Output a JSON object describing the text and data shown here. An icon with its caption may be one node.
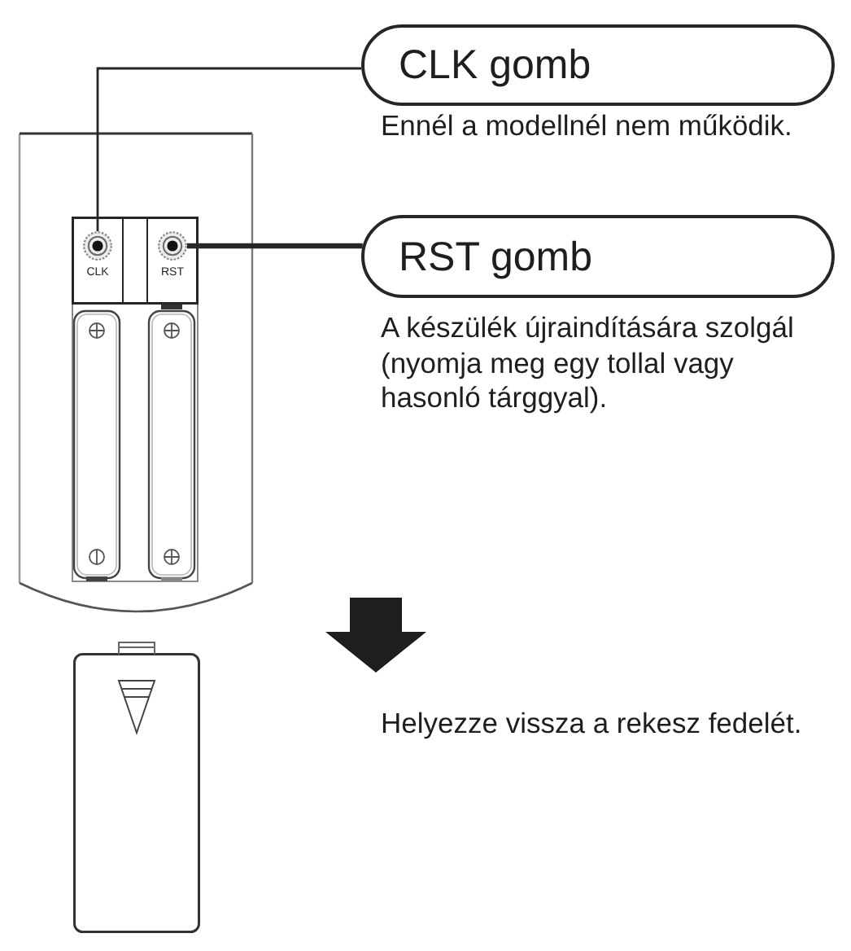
{
  "diagram": {
    "nodes": [
      {
        "text": [
          "CLK gomb"
        ],
        "beside": [
          "Ennél a modellnél nem működik."
        ]
      },
      {
        "text": [
          "RST gomb"
        ],
        "beside": [
          "A készülék újraindítására szolgál (nyomja meg egy tollal vagy hasonló tárggyal)."
        ]
      },
      {
        "text": [
          "CLK"
        ]
      },
      {
        "text": [],
        "shape": "circle",
        "in": 2
      },
      {
        "text": [
          "RST"
        ]
      },
      {
        "text": [],
        "shape": "circle",
        "in": 4
      }
    ],
    "edges": [
      {
        "from": 0,
        "to": 3,
        "arrow": "none"
      },
      {
        "from": 1,
        "to": 5,
        "arrow": "none",
        "style": "thick"
      }
    ],
    "labels": [
      "Helyezze vissza a rekesz fedelét."
    ]
  }
}
